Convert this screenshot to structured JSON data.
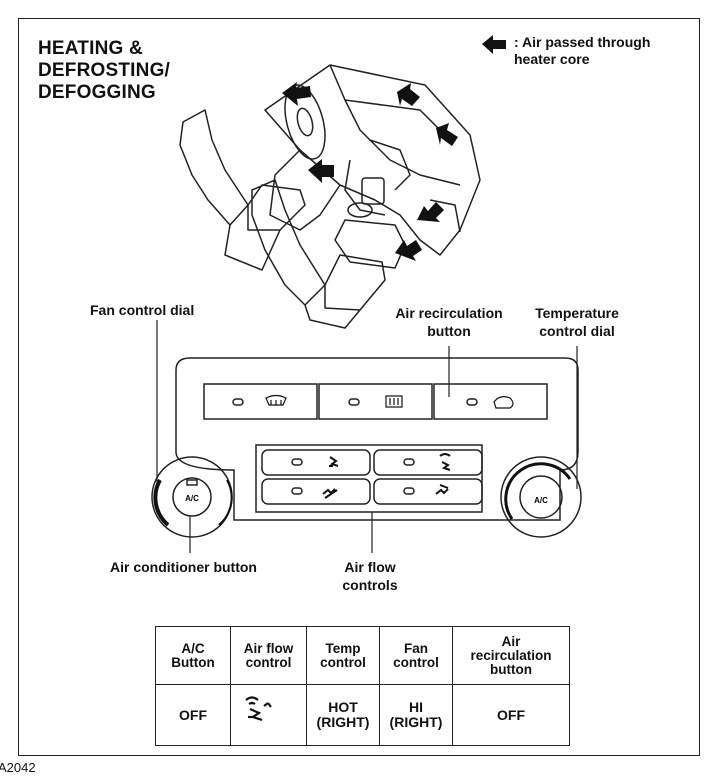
{
  "title": "HEATING &\nDEFROSTING/\nDEFOGGING",
  "legend": {
    "icon": "filled-arrow-icon",
    "text": ": Air passed through\nheater core"
  },
  "callouts": {
    "fan_control_dial": "Fan control dial",
    "air_recirculation_button": "Air recirculation\nbutton",
    "temperature_control_dial": "Temperature\ncontrol dial",
    "air_conditioner_button": "Air conditioner button",
    "air_flow_controls": "Air flow\ncontrols"
  },
  "panel": {
    "ac_left": "A/C",
    "ac_right": "A/C"
  },
  "table": {
    "headers": [
      "A/C\nButton",
      "Air flow\ncontrol",
      "Temp\ncontrol",
      "Fan\ncontrol",
      "Air\nrecirculation\nbutton"
    ],
    "row": {
      "ac": "OFF",
      "airflow_icon": "defrost-foot-airflow-icon",
      "temp": "HOT\n(RIGHT)",
      "fan": "HI\n(RIGHT)",
      "recirc": "OFF"
    }
  },
  "figure_code": "A2042"
}
